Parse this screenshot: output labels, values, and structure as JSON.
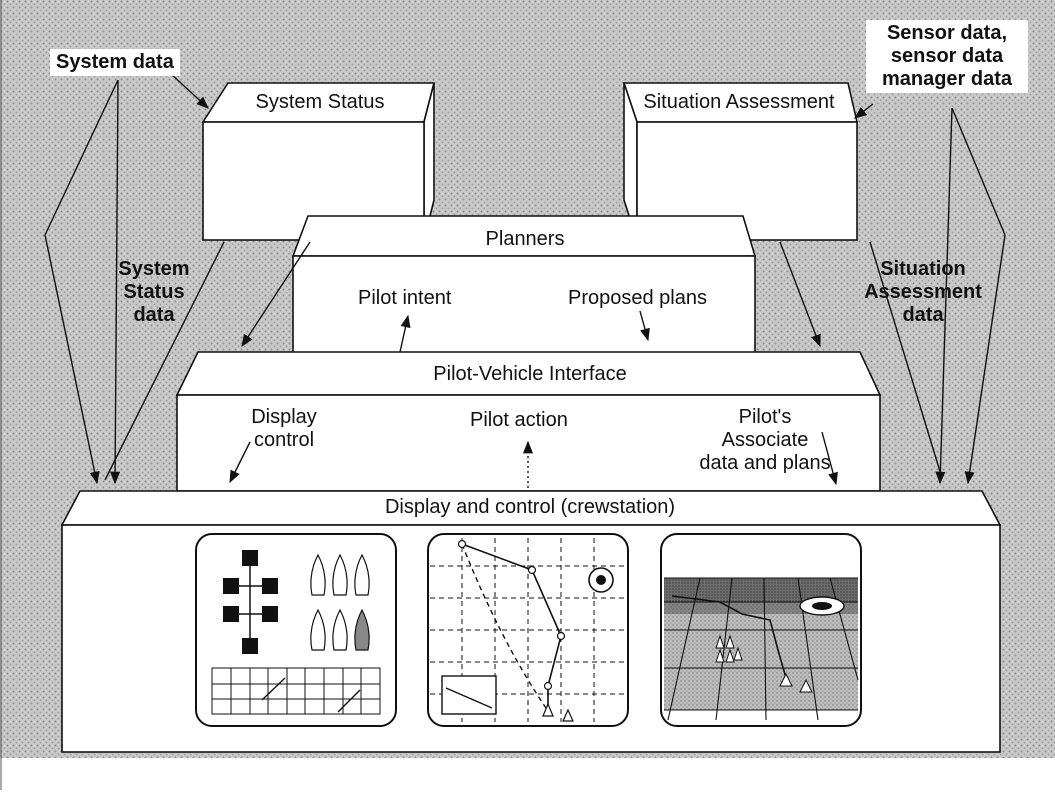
{
  "boxes": {
    "system_status": "System Status",
    "situation_assessment": "Situation Assessment",
    "planners": "Planners",
    "pvi": "Pilot-Vehicle Interface",
    "display_control": "Display and control (crewstation)"
  },
  "labels": {
    "system_data": "System data",
    "sensor_data": "Sensor data,\nsensor data\nmanager data",
    "system_status_data": "System\nStatus\ndata",
    "situation_assessment_data": "Situation\nAssessment\ndata",
    "pilot_intent": "Pilot intent",
    "proposed_plans": "Proposed plans",
    "display_control": "Display\ncontrol",
    "pilot_action": "Pilot action",
    "pilots_associate": "Pilot's\nAssociate\ndata and plans"
  },
  "colors": {
    "background_texture": "#b9b9b9",
    "box_fill": "#ffffff",
    "line": "#111111"
  },
  "icons": [
    "system-schematic-screen-icon",
    "tactical-map-screen-icon",
    "perspective-view-screen-icon"
  ]
}
